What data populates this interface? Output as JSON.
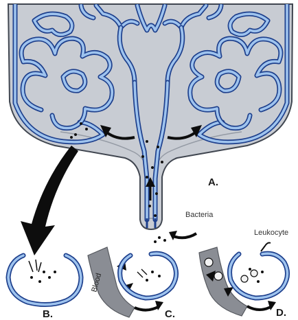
{
  "figure": {
    "label_a": "A.",
    "label_b": "B.",
    "label_c": "C.",
    "label_d": "D.",
    "bacteria_label": "Bacteria",
    "leukocyte_label": "Leukocyte",
    "blood_label": "Blood"
  },
  "colors": {
    "gland_fill": "#c8ccd3",
    "epithelium_dark": "#1d3f8c",
    "epithelium_light": "#9ec3ee",
    "arrow": "#0d0d0d",
    "vessel": "#8a8d94"
  }
}
